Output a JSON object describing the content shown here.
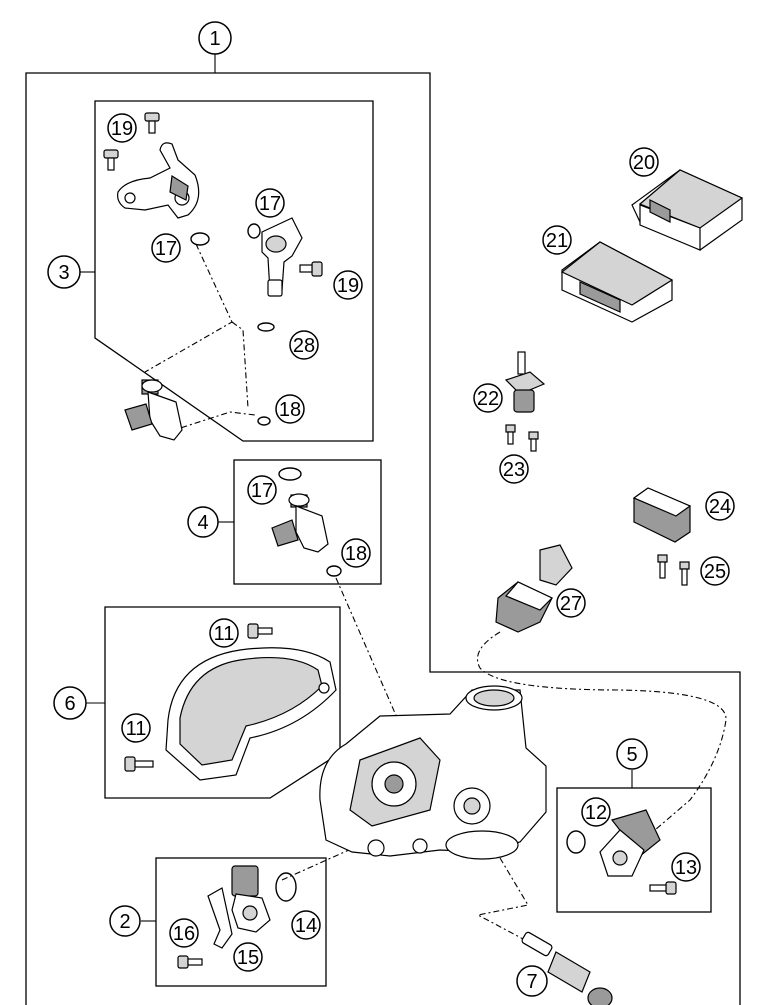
{
  "callouts": {
    "c1": "1",
    "c2": "2",
    "c3": "3",
    "c4": "4",
    "c5": "5",
    "c6": "6",
    "c7": "7",
    "c11a": "11",
    "c11b": "11",
    "c12": "12",
    "c13": "13",
    "c14": "14",
    "c15": "15",
    "c16": "16",
    "c17a": "17",
    "c17b": "17",
    "c17c": "17",
    "c18a": "18",
    "c18b": "18",
    "c19a": "19",
    "c19b": "19",
    "c20": "20",
    "c21": "21",
    "c22": "22",
    "c23": "23",
    "c24": "24",
    "c25": "25",
    "c27": "27",
    "c28": "28"
  }
}
